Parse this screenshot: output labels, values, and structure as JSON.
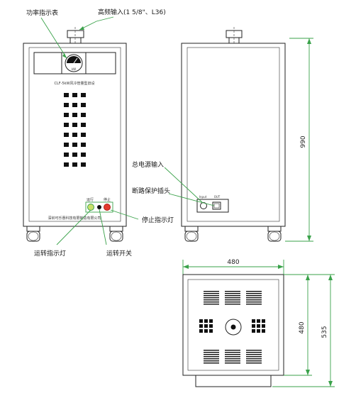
{
  "front_view": {
    "power_meter_label": "功率指示表",
    "ventilation_label": "高频输入(1 5/8\"、L36)",
    "model_text": "CLF-5kW风冷管量型旧设",
    "company_text": "深圳可乐惠科技有限制造有限公司",
    "run_light_small": "运行",
    "stop_light_small": "停止",
    "run_indicator_label": "运转指示灯",
    "run_switch_label": "运转开关",
    "stop_indicator_label": "停止指示灯"
  },
  "side_view": {
    "power_input_label": "总电源输入",
    "breaker_label": "断路保护插头",
    "panel_left_small": "Input",
    "panel_right_small": "OUT",
    "height_dim": "990"
  },
  "bottom_view": {
    "width_dim": "480",
    "depth_inner_dim": "480",
    "depth_outer_dim": "535"
  }
}
